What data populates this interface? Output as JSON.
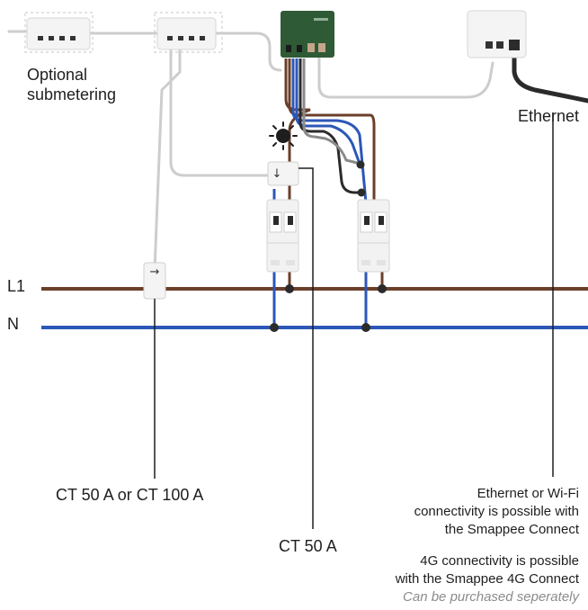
{
  "labels": {
    "optional_submetering": [
      "Optional",
      "submetering"
    ],
    "ethernet": "Ethernet",
    "l1": "L1",
    "n": "N",
    "ct_left": "CT 50 A or CT 100 A",
    "ct_middle": "CT 50 A",
    "wifi_note": [
      "Ethernet or Wi-Fi",
      "connectivity is possible with",
      "the Smappee Connect"
    ],
    "g4_note": [
      "4G connectivity is possible",
      "with the Smappee 4G Connect"
    ],
    "purchase_note": "Can be purchased seperately",
    "arrow_right": "→",
    "arrow_down": "↓"
  },
  "icons": [
    "sun-icon",
    "ethernet-plug-icon",
    "circuit-breaker-icon",
    "ct-clamp-icon",
    "smappee-module-icon",
    "connect-router-icon"
  ],
  "colors": {
    "l1_line": "#6b3f2a",
    "n_line": "#2c57b8",
    "module_green": "#2f5a36",
    "grey_cable": "#cccccc",
    "ethernet_cable": "#2b2b2b",
    "note_italic": "#8c8c8c"
  }
}
